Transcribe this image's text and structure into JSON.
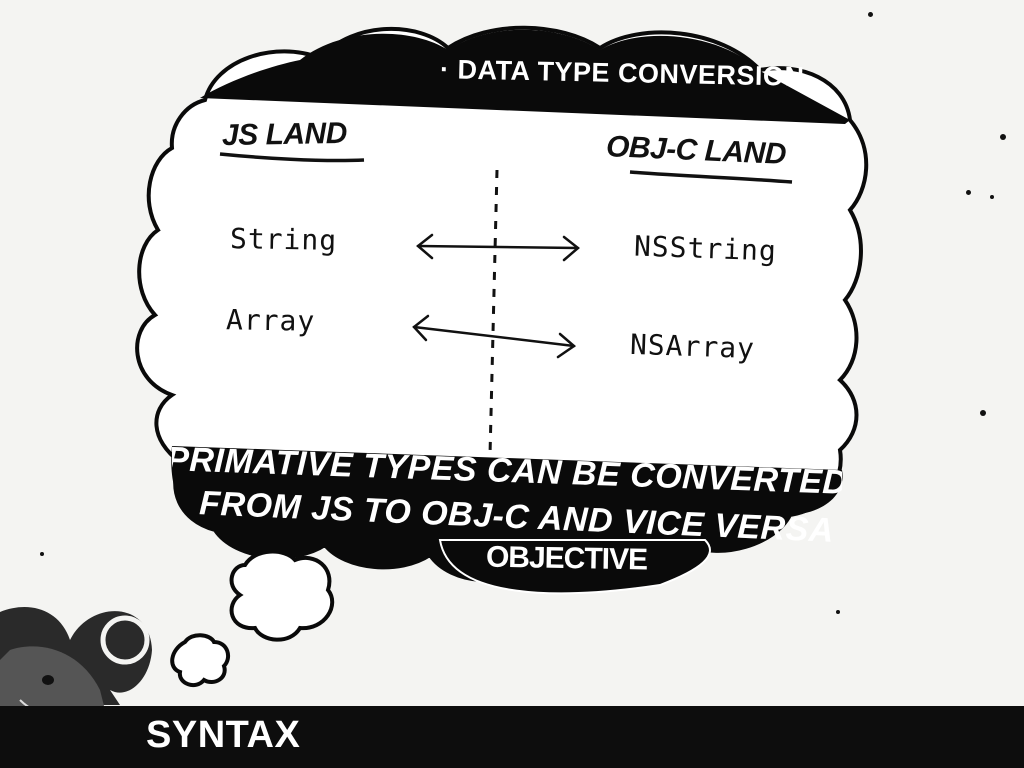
{
  "header": {
    "title": "· DATA TYPE CONVERSION"
  },
  "columns": {
    "left_title": "JS LAND",
    "right_title": "OBJ-C LAND"
  },
  "conversions": [
    {
      "js": "String",
      "objc": "NSString"
    },
    {
      "js": "Array",
      "objc": "NSArray"
    }
  ],
  "footer": {
    "line1": "PRIMATIVE TYPES CAN BE CONVERTED",
    "line2": "FROM JS TO OBJ-C AND VICE VERSA"
  },
  "badge_text": "OBJECTIVE",
  "bottom_bar": {
    "label": "SYNTAX"
  },
  "icons": {
    "arrows": "double-headed-arrow-icon",
    "mascot": "ram-mascot-icon",
    "thought": "thought-bubble-icon"
  }
}
